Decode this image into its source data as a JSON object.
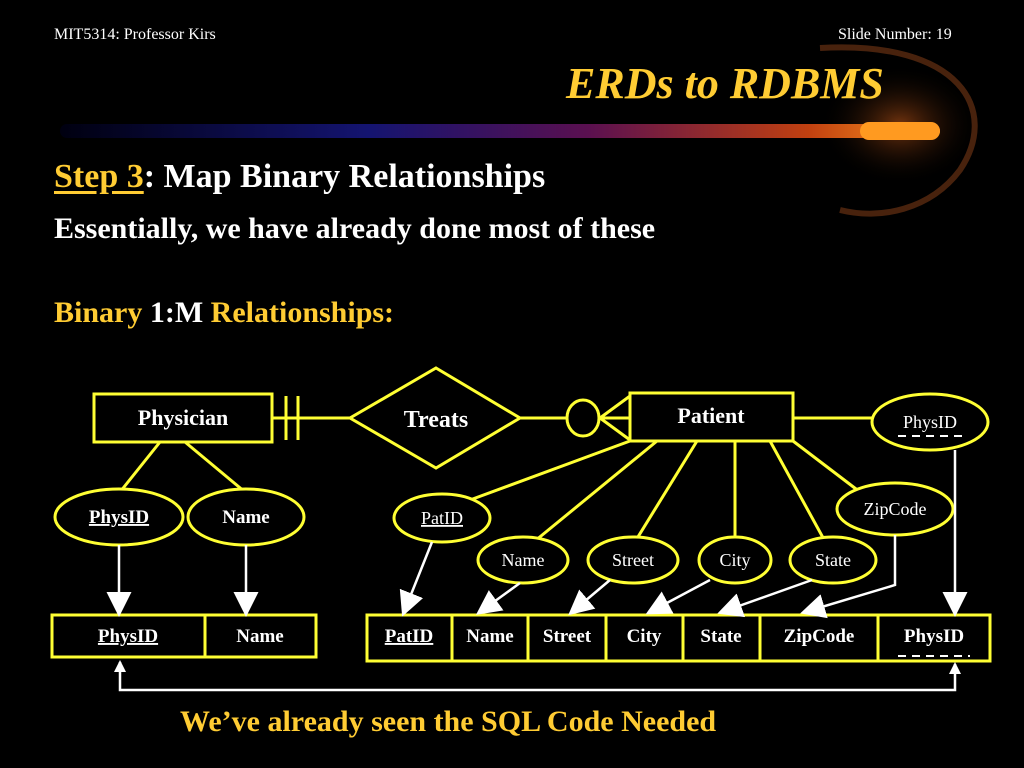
{
  "header": {
    "course": "MIT5314: Professor Kirs",
    "slide_number": "Slide Number: 19"
  },
  "title": "ERDs to RDBMS",
  "step": {
    "link": "Step 3",
    "rest": ": Map Binary Relationships"
  },
  "subtitle": "Essentially, we have already done most of these",
  "binary_heading": {
    "part1": "Binary",
    "part2": "1:M",
    "part3": "Relationships:"
  },
  "erd": {
    "entity1": "Physician",
    "relationship": "Treats",
    "entity2": "Patient",
    "physician_attrs": {
      "physid": "PhysID",
      "name": "Name"
    },
    "patient_attrs": {
      "physid": "PhysID",
      "zipcode": "ZipCode",
      "patid": "PatID",
      "name": "Name",
      "street": "Street",
      "city": "City",
      "state": "State"
    }
  },
  "physician_table": [
    "PhysID",
    "Name"
  ],
  "patient_table": [
    "PatID",
    "Name",
    "Street",
    "City",
    "State",
    "ZipCode",
    "PhysID"
  ],
  "footer": "We’ve already seen the SQL Code Needed",
  "colors": {
    "accent": "#ffcc33",
    "diagram": "#ffff33"
  }
}
